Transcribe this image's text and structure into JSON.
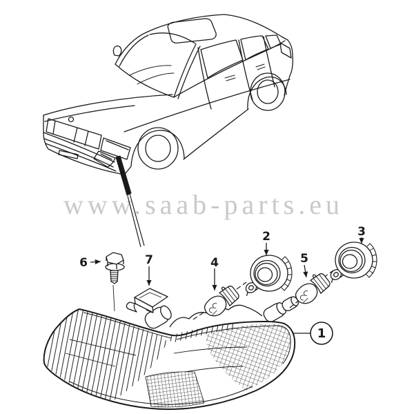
{
  "watermark": {
    "text": "www.saab-parts.eu",
    "color": "#c9c9c9"
  },
  "callouts": {
    "c1": {
      "label": "1"
    },
    "c2": {
      "label": "2"
    },
    "c3": {
      "label": "3"
    },
    "c4": {
      "label": "4"
    },
    "c5": {
      "label": "5"
    },
    "c6": {
      "label": "6"
    },
    "c7": {
      "label": "7"
    }
  },
  "colors": {
    "line": "#1a1a1a",
    "background": "#ffffff"
  }
}
